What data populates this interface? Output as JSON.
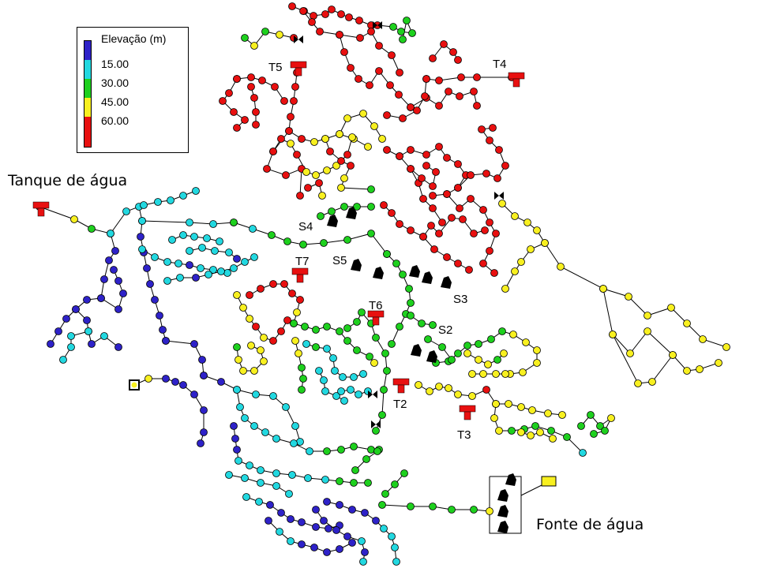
{
  "legend": {
    "title": "Elevação (m)",
    "stops": [
      {
        "label": "15.00",
        "color": "#2e22c8"
      },
      {
        "label": "30.00",
        "color": "#22d8e0"
      },
      {
        "label": "45.00",
        "color": "#1ed01e"
      },
      {
        "label": "60.00",
        "color": "#f8f020"
      },
      {
        "label": "",
        "color": "#e81010"
      }
    ]
  },
  "colors": {
    "blue": "#2e22c8",
    "cyan": "#22d8e0",
    "green": "#1ed01e",
    "yellow": "#f8f020",
    "red": "#e81010",
    "pipe": "#000000",
    "pump": "#000000",
    "tank": "#e81010",
    "source": "#f8f020"
  },
  "annotations": {
    "tank_caption": "Tanque de água",
    "source_caption": "Fonte de água"
  },
  "tanks": [
    {
      "label": "T2"
    },
    {
      "label": "T3"
    },
    {
      "label": "T4"
    },
    {
      "label": "T5"
    },
    {
      "label": "T6"
    },
    {
      "label": "T7"
    }
  ],
  "stations": [
    {
      "label": "S2"
    },
    {
      "label": "S3"
    },
    {
      "label": "S4"
    },
    {
      "label": "S5"
    }
  ]
}
